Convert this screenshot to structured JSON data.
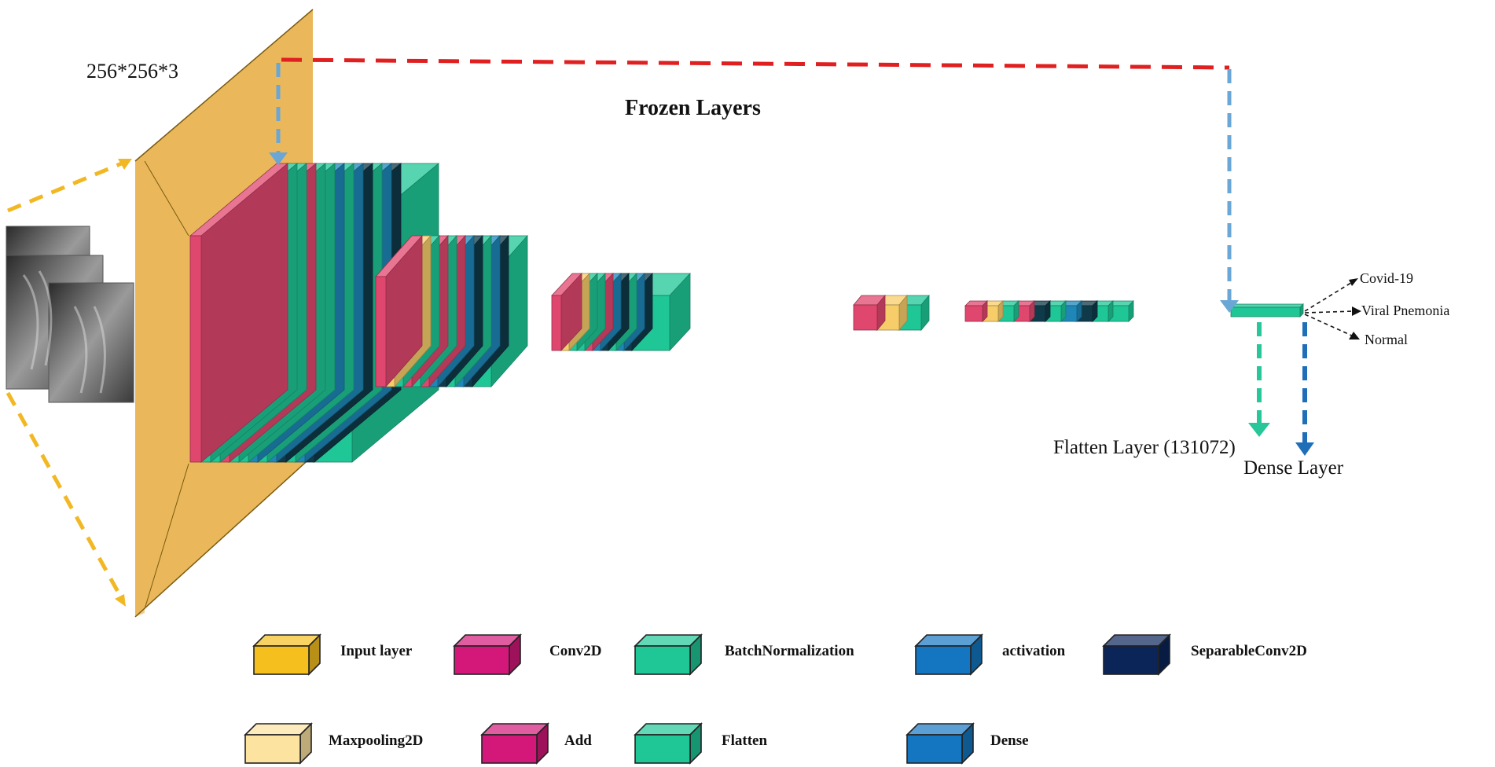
{
  "diagram": {
    "input_size_label": "256*256*3",
    "frozen_label": "Frozen Layers",
    "flatten_label": "Flatten Layer (131072)",
    "dense_label": "Dense Layer",
    "outputs": [
      {
        "label": "Covid-19"
      },
      {
        "label": "Viral Pnemonia"
      },
      {
        "label": "Normal"
      }
    ]
  },
  "legend": [
    {
      "label": "Input layer",
      "color": "#f5bf1e"
    },
    {
      "label": "Conv2D",
      "color": "#d3187a"
    },
    {
      "label": "BatchNormalization",
      "color": "#1fc796"
    },
    {
      "label": "activation",
      "color": "#1476c1"
    },
    {
      "label": "SeparableConv2D",
      "color": "#0b2559"
    },
    {
      "label": "Maxpooling2D",
      "color": "#fde3a0"
    },
    {
      "label": "Add",
      "color": "#d3187a"
    },
    {
      "label": "Flatten",
      "color": "#1fc796"
    },
    {
      "label": "Dense",
      "color": "#1476c1"
    }
  ],
  "colors": {
    "input_plane": "#eab85a",
    "conv": "#e0476e",
    "batchnorm": "#1fc796",
    "activation": "#1e87b8",
    "separable": "#0f3a4a",
    "maxpool": "#f7cd6a",
    "frozen_arrow": "#e02020",
    "blue_arrow": "#6aa6d6",
    "flatten_arrow": "#27c79a",
    "dense_arrow": "#1f6fb8",
    "input_arrow": "#f2b824"
  }
}
